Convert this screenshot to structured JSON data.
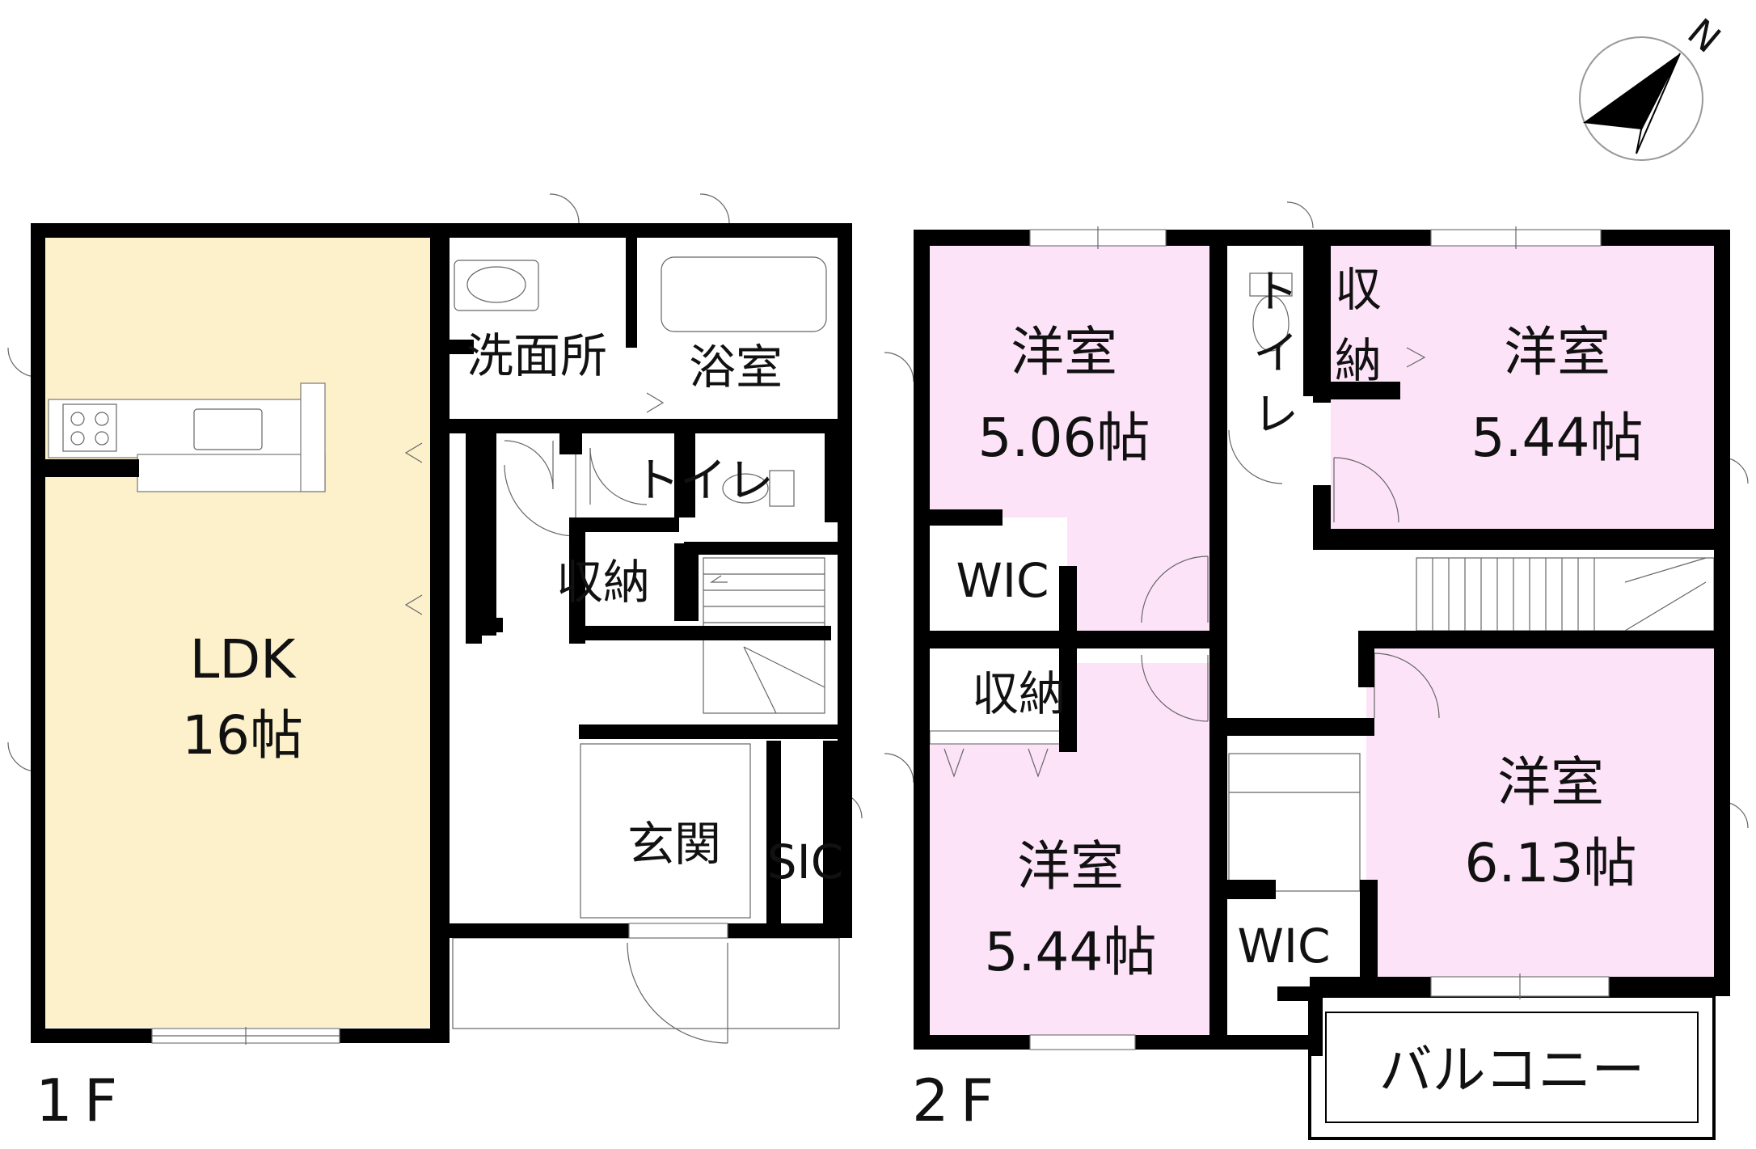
{
  "colors": {
    "wall": "#000000",
    "ldk_fill": "#fdf1cc",
    "bedroom_fill": "#fde3f8",
    "background": "#ffffff"
  },
  "compass": {
    "label": "N",
    "icon": "north-arrow-icon"
  },
  "floor1": {
    "floor_label": "1F",
    "rooms": {
      "ldk_name": "LDK",
      "ldk_size": "16帖",
      "washroom": "洗面所",
      "bath": "浴室",
      "toilet": "トイレ",
      "storage": "収納",
      "entrance": "玄関",
      "sic": "SIC"
    }
  },
  "floor2": {
    "floor_label": "2F",
    "rooms": {
      "bed_nw_name": "洋室",
      "bed_nw_size": "5.06帖",
      "bed_ne_name": "洋室",
      "bed_ne_size": "5.44帖",
      "bed_sw_name": "洋室",
      "bed_sw_size": "5.44帖",
      "bed_se_name": "洋室",
      "bed_se_size": "6.13帖",
      "wic_upper": "WIC",
      "wic_lower": "WIC",
      "storage_left": "収納",
      "storage_right_chars": [
        "収",
        "納"
      ],
      "toilet_chars": [
        "ト",
        "イ",
        "レ"
      ],
      "balcony": "バルコニー"
    }
  }
}
